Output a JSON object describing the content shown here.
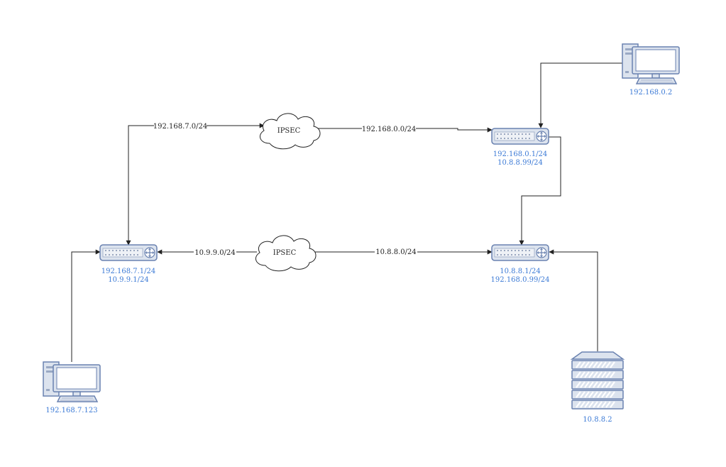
{
  "links": {
    "top_left": "192.168.7.0/24",
    "top_right": "192.168.0.0/24",
    "bottom_left": "10.9.9.0/24",
    "bottom_right": "10.8.8.0/24"
  },
  "clouds": {
    "top": "IPSEC",
    "bottom": "IPSEC"
  },
  "routers": {
    "top_right": {
      "line1": "192.168.0.1/24",
      "line2": "10.8.8.99/24"
    },
    "bottom_right": {
      "line1": "10.8.8.1/24",
      "line2": "192.168.0.99/24"
    },
    "left": {
      "line1": "192.168.7.1/24",
      "line2": "10.9.9.1/24"
    }
  },
  "hosts": {
    "pc_top_right": "192.168.0.2",
    "pc_bottom_left": "192.168.7.123",
    "server": "10.8.8.2"
  },
  "colors": {
    "device_stroke": "#6a82b0",
    "device_fill": "#dce3ee",
    "ip_text": "#3d7bd6",
    "wire": "#222222"
  }
}
